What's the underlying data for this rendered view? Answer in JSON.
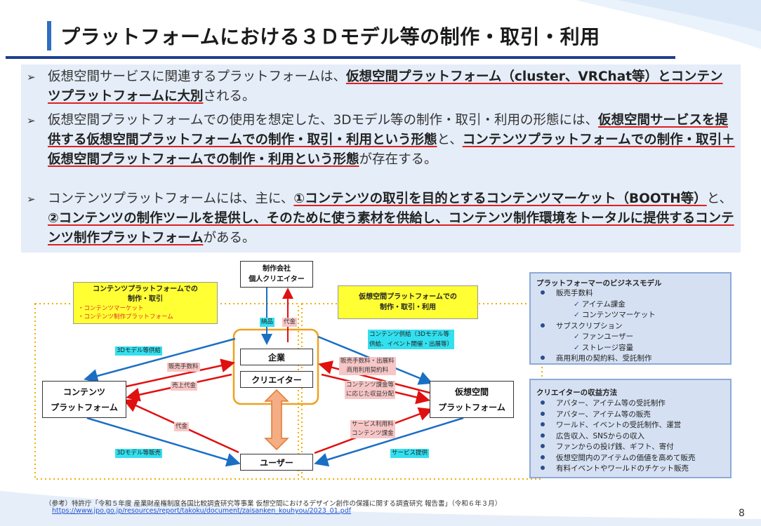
{
  "title": "プラットフォームにおける３Ｄモデル等の制作・取引・利用",
  "bullets": {
    "b1": {
      "t1": "仮想空間サービスに関連するプラットフォームは、",
      "h1": "仮想空間プラットフォーム（cluster、VRChat等）とコンテンツプラットフォームに大別",
      "t2": "される。"
    },
    "b2": {
      "t1": "仮想空間プラットフォームでの使用を想定した、3Dモデル等の制作・取引・利用の形態には、",
      "h1": "仮想空間サービスを提供する仮想空間プラットフォームでの制作・取引・利用という形態",
      "t2": "と、",
      "h2": "コンテンツプラットフォームでの制作・取引＋仮想空間プラットフォームでの制作・利用という形態",
      "t3": "が存在する。"
    },
    "b3": {
      "t1": "コンテンツプラットフォームには、主に、",
      "h1": "①コンテンツの取引を目的とするコンテンツマーケット（BOOTH等）",
      "t2": "と、",
      "h2": "②コンテンツの制作ツールを提供し、そのために使う素材を供給し、コンテンツ制作環境をトータルに提供するコンテンツ制作プラットフォーム",
      "t3": "がある。"
    }
  },
  "diagram": {
    "creator_company": {
      "line1": "制作会社",
      "line2": "個人クリエイター"
    },
    "company": "企業",
    "creator": "クリエイター",
    "user": "ユーザー",
    "content_pf": {
      "line1": "コンテンツ",
      "line2": "プラットフォーム"
    },
    "virtual_pf": {
      "line1": "仮想空間",
      "line2": "プラットフォーム"
    },
    "yellow_left": {
      "line1": "コンテンツプラットフォームでの",
      "line2": "制作・取引",
      "item1": "・コンテンツマーケット",
      "item2": "・コンテンツ制作プラットフォーム"
    },
    "yellow_right": {
      "line1": "仮想空間プラットフォームでの",
      "line2": "制作・取引・利用"
    },
    "labels": {
      "delivery": "納品",
      "payment_top": "代金",
      "content_supply": "コンテンツ供給（3Dモデル等\n供給、イベント開催・出展等）",
      "model_supply": "3Dモデル等供給",
      "sales_fee": "販売手数料",
      "sales_proceeds": "売上代金",
      "fee_exhibit": "販売手数料・出展料\n商用利用契約料",
      "revenue_share": "コンテンツ課金等\nに応じた収益分配",
      "payment_user": "代金",
      "service_fee": "サービス利用料\nコンテンツ課金",
      "model_sales": "3Dモデル等販売",
      "service_provision": "サービス提供"
    }
  },
  "panel_business": {
    "title": "プラットフォーマーのビジネスモデル",
    "sales_fee": "販売手数料",
    "item_billing": "アイテム課金",
    "content_market": "コンテンツマーケット",
    "subscription": "サブスクリプション",
    "fan_user": "ファンユーザー",
    "storage": "ストレージ容量",
    "commercial": "商用利用の契約料、受託制作"
  },
  "panel_revenue": {
    "title": "クリエイターの収益方法",
    "items": [
      "アバター、アイテム等の受託制作",
      "アバター、アイテム等の販売",
      "ワールド、イベントの受託制作、運営",
      "広告収入、SNSからの収入",
      "ファンからの投げ銭、ギフト、寄付",
      "仮想空間内のアイテムの価値を高めて販売",
      "有料イベントやワールドのチケット販売"
    ]
  },
  "reference": "（参考）特許庁「令和５年度 産業財産権制度各国比較調査研究等事業 仮想空間におけるデザイン創作の保護に関する調査研究 報告書」（令和６年３月）",
  "reference_url": "https://www.jpo.go.jp/resources/report/takoku/document/zaisanken_kouhyou/2023_01.pdf",
  "page_number": "8",
  "colors": {
    "accent": "#1f3f8f",
    "underline": "#e02020",
    "flow_blue": "#1a6fc4",
    "flow_red": "#e01010"
  }
}
